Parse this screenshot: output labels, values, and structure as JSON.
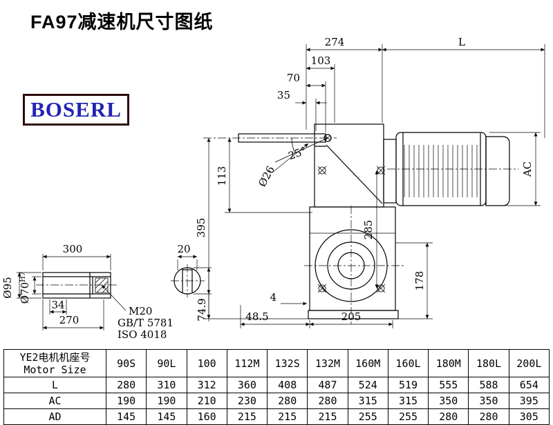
{
  "title": "FA97减速机尺寸图纸",
  "logo": {
    "text": "BOSERL"
  },
  "drawing": {
    "dims": {
      "d274": "274",
      "dL": "L",
      "d103": "103",
      "d70": "70",
      "d35": "35",
      "a25": "25°",
      "d26": "Ø26",
      "d113": "113",
      "d395": "395",
      "d285": "285",
      "dAC": "AC",
      "d178": "178",
      "d4": "4",
      "d48_5": "48.5",
      "d205": "205",
      "d300": "300",
      "d20": "20",
      "d34": "34",
      "d270": "270",
      "d95": "Ø95",
      "d70b": "Ø70",
      "h7": "H7",
      "m20": "M20",
      "gbt": "GB/T 5781",
      "iso": "ISO 4018",
      "d74_9": "74.9"
    }
  },
  "table": {
    "col_header_cn": "YE2电机机座号",
    "col_header_en": "Motor Size",
    "sizes": [
      "90S",
      "90L",
      "100",
      "112M",
      "132S",
      "132M",
      "160M",
      "160L",
      "180M",
      "180L",
      "200L"
    ],
    "rows": [
      {
        "label": "L",
        "values": [
          "280",
          "310",
          "312",
          "360",
          "408",
          "487",
          "524",
          "519",
          "555",
          "588",
          "654"
        ]
      },
      {
        "label": "AC",
        "values": [
          "190",
          "190",
          "210",
          "230",
          "280",
          "280",
          "315",
          "315",
          "350",
          "350",
          "395"
        ]
      },
      {
        "label": "AD",
        "values": [
          "145",
          "145",
          "160",
          "215",
          "215",
          "215",
          "255",
          "255",
          "280",
          "280",
          "305"
        ]
      }
    ]
  }
}
